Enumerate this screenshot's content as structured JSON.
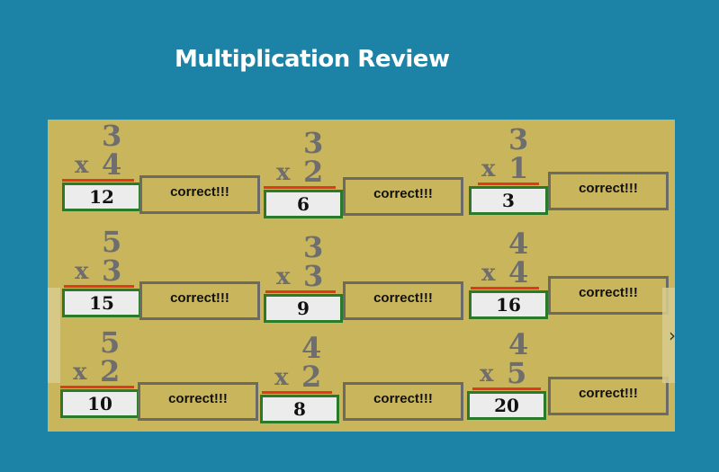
{
  "header": {
    "title": "Multiplication Review"
  },
  "times_symbol": "x",
  "problems": [
    {
      "top": "3",
      "bottom": "4",
      "answer": "12",
      "feedback": "correct!!!"
    },
    {
      "top": "3",
      "bottom": "2",
      "answer": "6",
      "feedback": "correct!!!"
    },
    {
      "top": "3",
      "bottom": "1",
      "answer": "3",
      "feedback": "correct!!!"
    },
    {
      "top": "5",
      "bottom": "3",
      "answer": "15",
      "feedback": "correct!!!"
    },
    {
      "top": "3",
      "bottom": "3",
      "answer": "9",
      "feedback": "correct!!!"
    },
    {
      "top": "4",
      "bottom": "4",
      "answer": "16",
      "feedback": "correct!!!"
    },
    {
      "top": "5",
      "bottom": "2",
      "answer": "10",
      "feedback": "correct!!!"
    },
    {
      "top": "4",
      "bottom": "2",
      "answer": "8",
      "feedback": "correct!!!"
    },
    {
      "top": "4",
      "bottom": "5",
      "answer": "20",
      "feedback": "correct!!!"
    }
  ],
  "navigation": {
    "next_icon": "›"
  },
  "colors": {
    "page_background": "#1c82a6",
    "board_background": "#c9b55c",
    "answer_border": "#2a7a2a",
    "underline": "#e03a1e"
  }
}
